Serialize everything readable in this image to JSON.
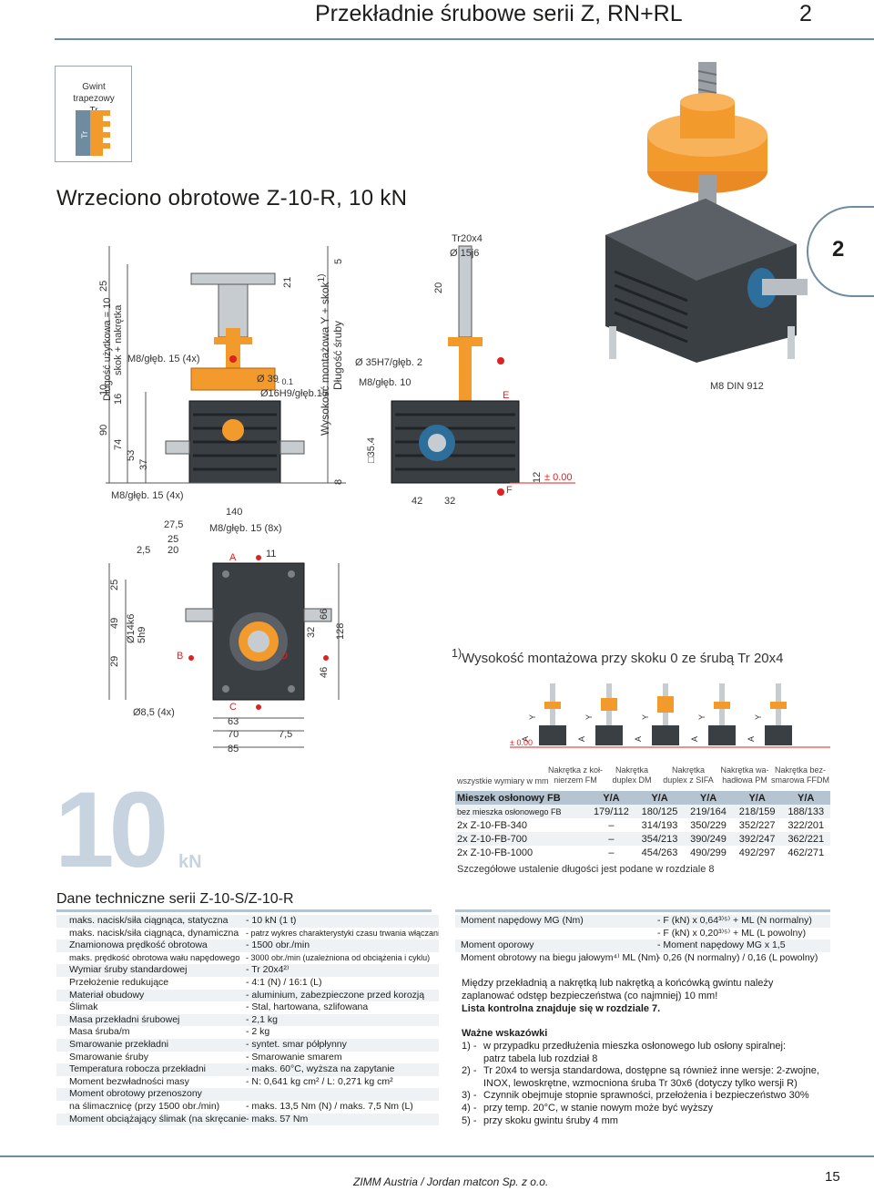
{
  "header": {
    "title": "Przekładnie śrubowe serii Z, RN+RL",
    "chapter": "2"
  },
  "thread": {
    "caption_line1": "Gwint trapezowy",
    "caption_line2": "Tr",
    "icon_letter": "Tr"
  },
  "section_title": "Wrzeciono obrotowe Z-10-R, 10 kN",
  "side_tab": "2",
  "drawing_labels": {
    "m8_4x_top": "M8/głęb. 15 (4x)",
    "phi39": "Ø 39",
    "tol01": "- 0.1",
    "h9": "Ø16H9/głęb.15",
    "wys_y": "Wysokość montażowa Y + skok",
    "wys_y_sup": "1)",
    "dlug_sruby": "Długość śruby",
    "dlug_uz": "Długość użytkowa = 10",
    "skok_nakr": "skok + nakrętka",
    "phi35": "Ø 35H7/głęb. 2",
    "m8_10": "M8/głęb. 10",
    "tr": "Tr20x4",
    "phi15": "Ø 15j6",
    "dim_20": "20",
    "dim_25": "25",
    "dim_21": "21",
    "dim_10": "10",
    "dim_16": "16",
    "dim_90": "90",
    "dim_74": "74",
    "dim_53": "53",
    "dim_37": "37",
    "dim_5": "5",
    "dim_8": "8",
    "dim_12": "12",
    "dim_354": "□35.4",
    "dim_42": "42",
    "dim_32": "32",
    "zero": "± 0.00",
    "m8_4x_bottom": "M8/głęb. 15 (4x)",
    "dim_140": "140",
    "dim_275": "27,5",
    "dim_25b": "25",
    "dim_20b": "20",
    "dim_25c": "2,5",
    "m8_8x": "M8/głęb. 15 (8x)",
    "dim_11": "11",
    "dim_66": "66",
    "dim_32b": "32",
    "dim_128": "128",
    "dim_46": "46",
    "dim_29": "29",
    "dim_49": "49",
    "dim_25d": "25",
    "phi14": "Ø14k6",
    "dim_5h9": "5h9",
    "phi85": "Ø8,5 (4x)",
    "dim_63": "63",
    "dim_70": "70",
    "dim_75": "7,5",
    "dim_85": "85",
    "lbl_a": "A",
    "lbl_b": "B",
    "lbl_c": "C",
    "lbl_d": "D",
    "lbl_e": "E",
    "lbl_f": "F",
    "m8_din": "M8 DIN 912"
  },
  "mount_note": {
    "sup": "1)",
    "text": "Wysokość montażowa przy skoku 0 ze śrubą Tr 20x4"
  },
  "nut_variants": {
    "row_label": "wszystkie wymiary w mm",
    "headers": [
      "Nakrętka z koł-\nnierzem FM",
      "Nakrętka\nduplex DM",
      "Nakrętka\nduplex z SIFA",
      "Nakrętka wa-\nhadłowa PM",
      "Nakrętka bez-\nsmarowa FFDM"
    ],
    "pictogram_y": "Y",
    "pictogram_a": "A",
    "pictogram_zero": "± 0.00"
  },
  "variant_table": {
    "header": [
      "Mieszek osłonowy FB",
      "Y/A",
      "Y/A",
      "Y/A",
      "Y/A",
      "Y/A"
    ],
    "rows": [
      [
        "bez mieszka osłonowego FB",
        "179/112",
        "180/125",
        "219/164",
        "218/159",
        "188/133"
      ],
      [
        "2x Z-10-FB-340",
        "–",
        "314/193",
        "350/229",
        "352/227",
        "322/201"
      ],
      [
        "2x Z-10-FB-700",
        "–",
        "354/213",
        "390/249",
        "392/247",
        "362/221"
      ],
      [
        "2x Z-10-FB-1000",
        "–",
        "454/263",
        "490/299",
        "492/297",
        "462/271"
      ]
    ],
    "note": "Szczegółowe ustalenie długości jest podane w rozdziale 8"
  },
  "big_label": {
    "number": "10",
    "unit": "kN"
  },
  "tech": {
    "title": "Dane techniczne serii Z-10-S/Z-10-R",
    "rows": [
      [
        "maks. nacisk/siła ciągnąca, statyczna",
        "- 10 kN (1 t)"
      ],
      [
        "maks. nacisk/siła ciągnąca, dynamiczna",
        "- patrz wykres charakterystyki czasu trwania włączania"
      ],
      [
        "Znamionowa prędkość obrotowa",
        "- 1500 obr./min"
      ],
      [
        "maks. prędkość obrotowa wału napędowego",
        "- 3000 obr./min (uzależniona od obciążenia i cyklu)"
      ],
      [
        "Wymiar śruby standardowej",
        "- Tr 20x4²⁾"
      ],
      [
        "Przełożenie redukujące",
        "- 4:1 (N) / 16:1 (L)"
      ],
      [
        "Materiał obudowy",
        "- aluminium, zabezpieczone przed korozją"
      ],
      [
        "Ślimak",
        "- Stal, hartowana, szlifowana"
      ],
      [
        "Masa przekładni śrubowej",
        "- 2,1 kg"
      ],
      [
        "Masa śruba/m",
        "- 2 kg"
      ],
      [
        "Smarowanie przekładni",
        "- syntet. smar półpłynny"
      ],
      [
        "Smarowanie śruby",
        "- Smarowanie smarem"
      ],
      [
        "Temperatura robocza przekładni",
        "- maks. 60°C, wyższa na zapytanie"
      ],
      [
        "Moment bezwładności masy",
        "- N: 0,641 kg cm² / L: 0,271 kg cm²"
      ],
      [
        "Moment obrotowy przenoszony",
        ""
      ],
      [
        "na ślimacznicę (przy 1500 obr./min)",
        "- maks. 13,5 Nm (N) / maks. 7,5 Nm (L)"
      ],
      [
        "Moment obciążający ślimak (na skręcanie)",
        "- maks. 57 Nm"
      ]
    ]
  },
  "moments": {
    "rows": [
      [
        "Moment napędowy MG (Nm)",
        "- F (kN) x 0,64³⁾⁵⁾ + ML (N normalny)"
      ],
      [
        "",
        "- F (kN) x 0,20³⁾⁵⁾ + ML (L powolny)"
      ],
      [
        "Moment oporowy",
        "- Moment napędowy MG x 1,5"
      ],
      [
        "Moment obrotowy na biegu jałowym⁴⁾ ML (Nm)",
        "- 0,26 (N normalny) / 0,16 (L powolny)"
      ]
    ]
  },
  "para": {
    "line1": "Między przekładnią a nakrętką lub nakrętką a końcówką gwintu należy",
    "line2": "zaplanować odstęp bezpieczeństwa (co najmniej) 10 mm!",
    "line3": "Lista kontrolna znajduje się w rozdziale 7."
  },
  "hints": {
    "title": "Ważne wskazówki",
    "items": [
      [
        "1) -",
        "w przypadku przedłużenia mieszka osłonowego lub osłony spiralnej:"
      ],
      [
        "",
        "patrz tabela lub rozdział 8"
      ],
      [
        "2) -",
        "Tr 20x4 to wersja standardowa, dostępne są również inne wersje: 2-zwojne,"
      ],
      [
        "",
        "INOX, lewoskrętne, wzmocniona śruba Tr 30x6 (dotyczy tylko wersji R)"
      ],
      [
        "3) -",
        "Czynnik obejmuje stopnie sprawności, przełożenia i bezpieczeństwo 30%"
      ],
      [
        "4) -",
        "przy temp. 20°C, w stanie nowym może być wyższy"
      ],
      [
        "5) -",
        "przy skoku gwintu śruby 4 mm"
      ]
    ]
  },
  "footer": {
    "company": "ZIMM Austria / Jordan matcon Sp. z o.o.",
    "page": "15"
  },
  "colors": {
    "accent": "#6f8ba0",
    "table_head": "#b5c4d1",
    "big_number": "#c7d3de",
    "nut_orange": "#f39a2c",
    "housing": "#3a3f44"
  }
}
